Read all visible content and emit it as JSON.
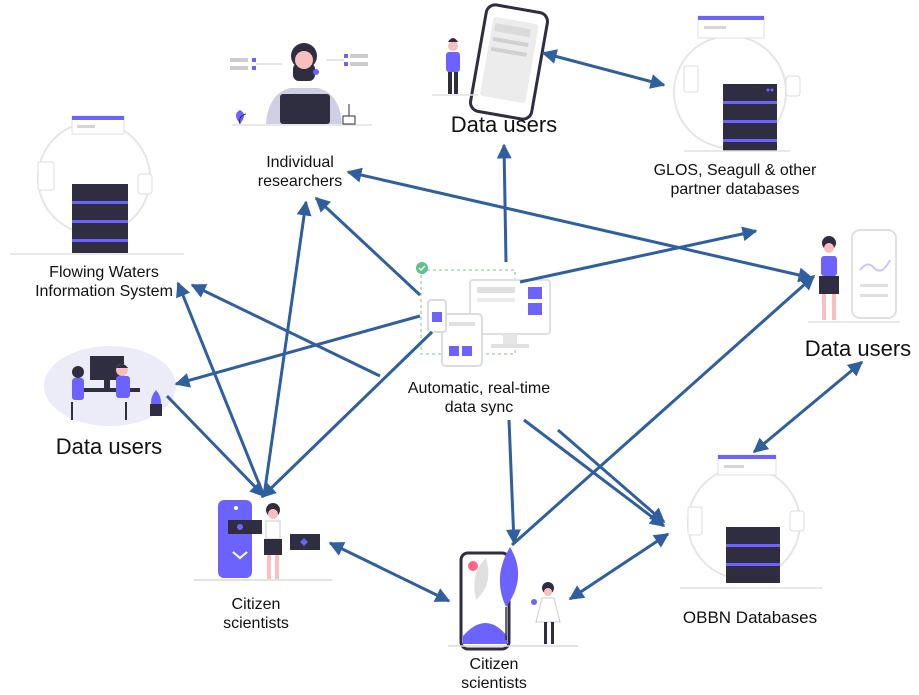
{
  "colors": {
    "arrow": "#2f5f9e",
    "accent": "#6c63ff",
    "server_dark": "#2f2e41",
    "gray_light": "#e6e6e6",
    "gray_mid": "#cfcfcf",
    "skin": "#fbbebe",
    "hair": "#2f2e41"
  },
  "nodes": {
    "top_data_users": {
      "label": "Data users",
      "icon": "phone-person-illustration"
    },
    "individual_researchers": {
      "lines": [
        "Individual",
        "researchers"
      ],
      "icon": "laptop-researcher-illustration"
    },
    "partner_dbs": {
      "lines": [
        "GLOS, Seagull & other",
        "partner databases"
      ],
      "icon": "server-illustration"
    },
    "fwis": {
      "lines": [
        "Flowing Waters",
        "Information System"
      ],
      "icon": "server-illustration"
    },
    "right_data_users": {
      "label": "Data users",
      "icon": "mobile-app-person-illustration"
    },
    "center": {
      "lines": [
        "Automatic, real-time",
        "data sync"
      ],
      "icon": "devices-sync-illustration"
    },
    "left_data_users": {
      "label": "Data users",
      "icon": "desk-team-illustration"
    },
    "citizen_left": {
      "lines": [
        "Citizen",
        "scientists"
      ],
      "icon": "phone-woman-illustration"
    },
    "citizen_bottom": {
      "lines": [
        "Citizen",
        "scientists"
      ],
      "icon": "phone-leaf-illustration"
    },
    "obbn": {
      "label": "OBBN Databases",
      "icon": "server-illustration"
    }
  }
}
